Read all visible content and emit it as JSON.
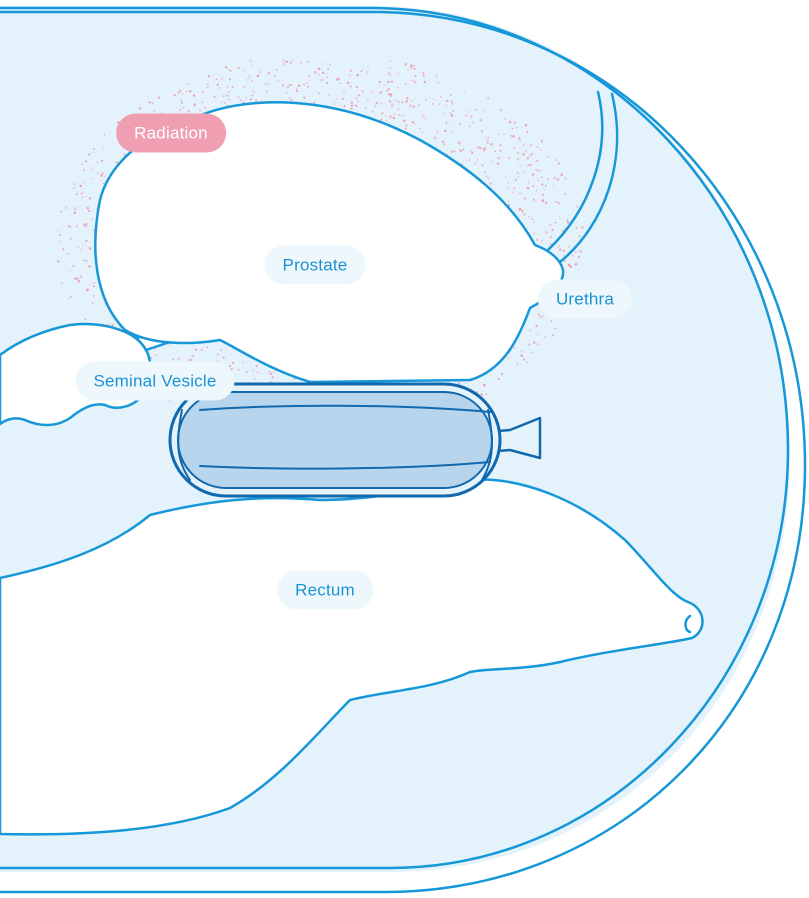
{
  "colors": {
    "outline": "#1597d8",
    "balloon_outline": "#1168ad",
    "background_fill": "#e3f2fb",
    "radiation": "#ee8ea6",
    "balloon_fill": "#b7d6ee",
    "label_bg": "#eef7fc",
    "label_text": "#1b93d3",
    "radiation_label_bg": "#ef9fb1",
    "radiation_label_text": "#ffffff"
  },
  "labels": {
    "radiation": "Radiation",
    "prostate": "Prostate",
    "urethra": "Urethra",
    "seminal_vesicle": "Seminal Vesicle",
    "rectum": "Rectum"
  }
}
